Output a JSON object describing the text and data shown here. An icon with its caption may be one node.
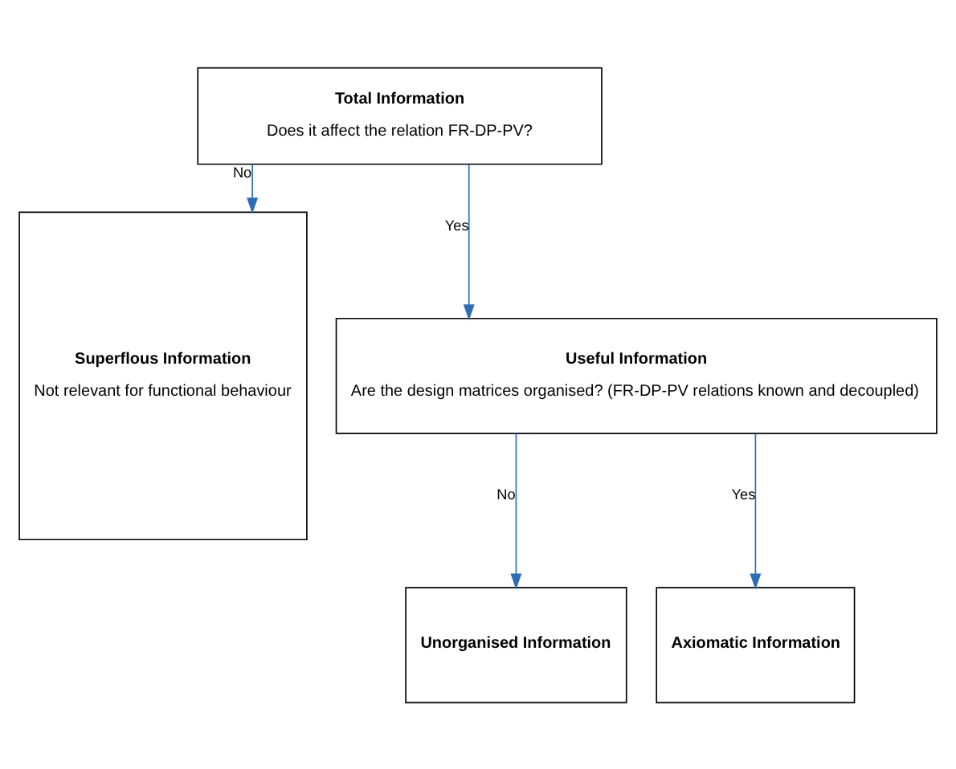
{
  "diagram": {
    "nodes": [
      {
        "text": [
          "Total Information",
          "Does it affect the relation FR-DP-PV?"
        ]
      },
      {
        "text": [
          "Superflous Information",
          "Not relevant for functional behaviour"
        ]
      },
      {
        "text": [
          "Useful Information",
          "Are the design matrices organised? (FR-DP-PV relations known and decoupled)"
        ]
      },
      {
        "text": [
          "Unorganised Information"
        ]
      },
      {
        "text": [
          "Axiomatic Information"
        ]
      }
    ],
    "edges": [
      {
        "from": 0,
        "to": 1,
        "arrow": "to",
        "label": "No"
      },
      {
        "from": 0,
        "to": 2,
        "arrow": "to",
        "label": "Yes"
      },
      {
        "from": 2,
        "to": 3,
        "arrow": "to",
        "label": "No"
      },
      {
        "from": 2,
        "to": 4,
        "arrow": "to",
        "label": "Yes"
      }
    ]
  }
}
